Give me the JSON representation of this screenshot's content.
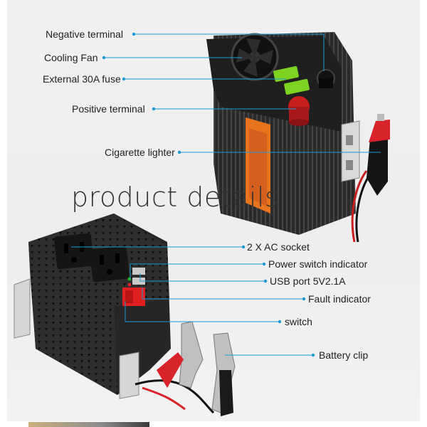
{
  "heading": "product details",
  "callouts": {
    "negative_terminal": "Negative terminal",
    "cooling_fan": "Cooling Fan",
    "external_fuse": "External 30A fuse",
    "positive_terminal": "Positive terminal",
    "cigarette_lighter": "Cigarette lighter",
    "ac_socket": "2 X AC socket",
    "power_indicator": "Power switch indicator",
    "usb_port": "USB port 5V2.1A",
    "fault_indicator": "Fault indicator",
    "switch": "switch",
    "battery_clip": "Battery clip"
  },
  "colors": {
    "callout_line": "#1a9bd6",
    "device_body": "#2b2b2b",
    "label_orange": "#e8741e",
    "fuse_green": "#7ed321",
    "terminal_red": "#c81e1e",
    "clip_red": "#d9232a"
  }
}
